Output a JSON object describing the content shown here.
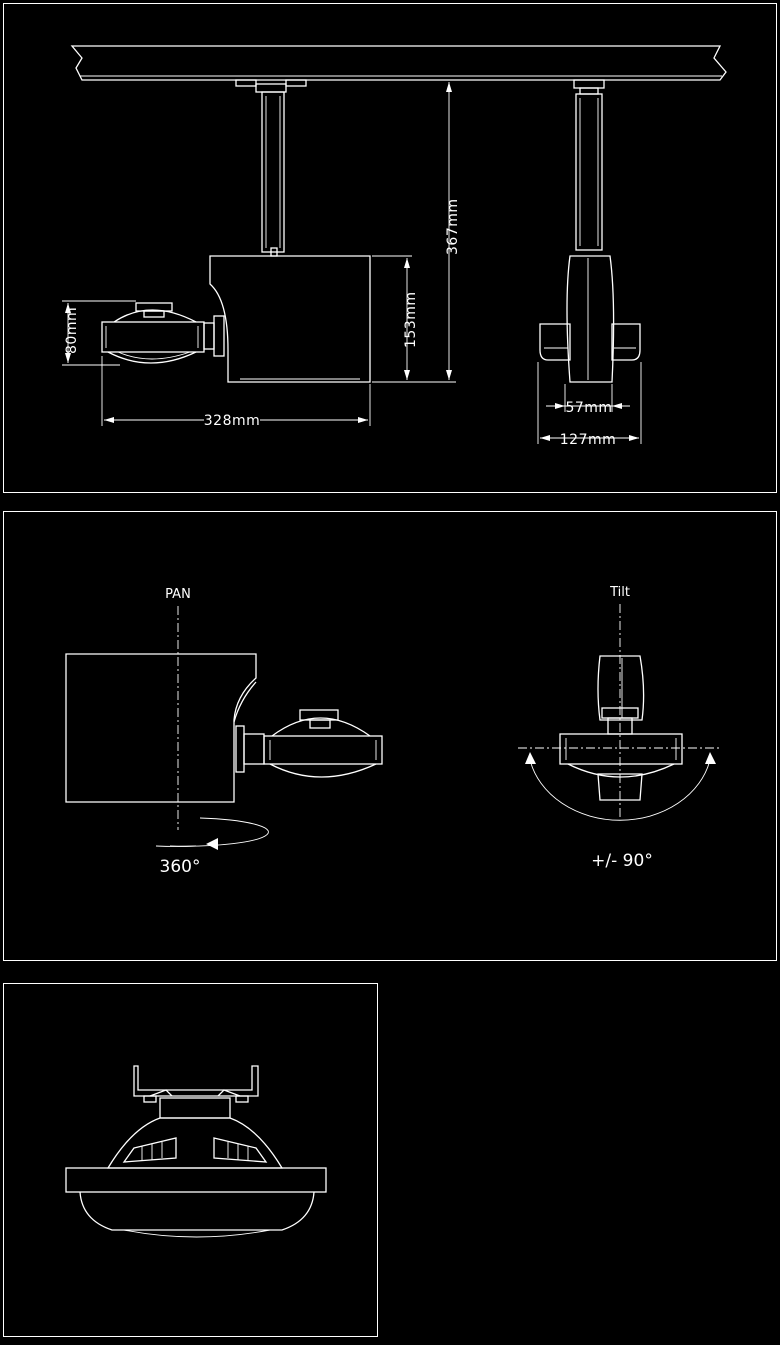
{
  "panel1": {
    "dims": {
      "height_total": "367mm",
      "height_body": "153mm",
      "length": "328mm",
      "head_height": "80mm",
      "arm_width": "57mm",
      "head_width": "127mm"
    }
  },
  "panel2": {
    "pan_label": "PAN",
    "pan_angle": "360°",
    "tilt_label": "Tilt",
    "tilt_angle": "+/- 90°"
  },
  "colors": {
    "background": "#000000",
    "lines": "#ffffff"
  }
}
